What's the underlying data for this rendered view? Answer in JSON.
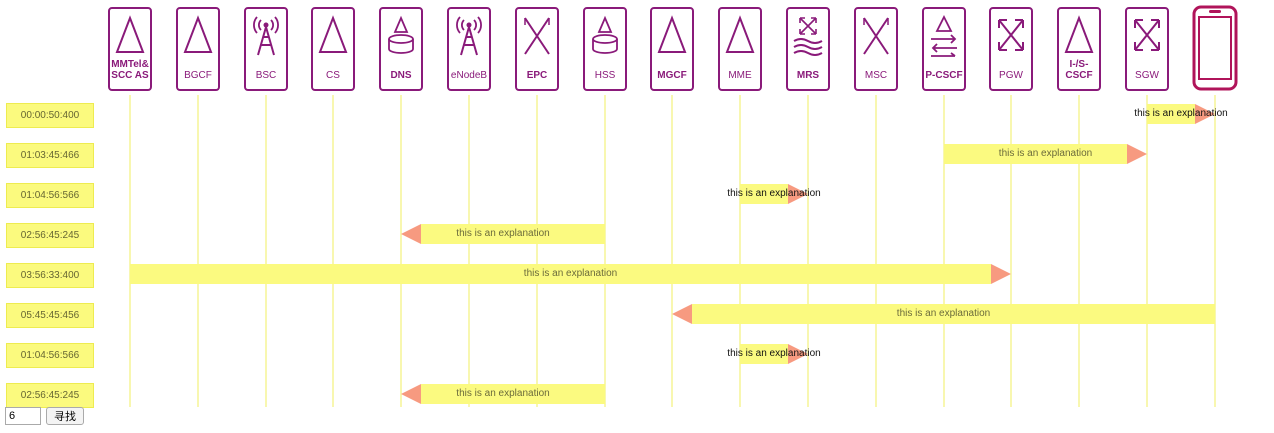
{
  "nodes": [
    {
      "id": "mmtel",
      "label": "MMTel&\nSCC AS",
      "icon": "triangle-icon",
      "bold": true
    },
    {
      "id": "bgcf",
      "label": "BGCF",
      "icon": "triangle-icon",
      "bold": false
    },
    {
      "id": "bsc",
      "label": "BSC",
      "icon": "antenna-icon",
      "bold": false
    },
    {
      "id": "cs",
      "label": "CS",
      "icon": "triangle-icon",
      "bold": false
    },
    {
      "id": "dns",
      "label": "DNS",
      "icon": "database-icon",
      "bold": true
    },
    {
      "id": "enodeb",
      "label": "eNodeB",
      "icon": "antenna-icon",
      "bold": false
    },
    {
      "id": "epc",
      "label": "EPC",
      "icon": "cross-icon",
      "bold": true
    },
    {
      "id": "hss",
      "label": "HSS",
      "icon": "database-icon",
      "bold": false
    },
    {
      "id": "mgcf",
      "label": "MGCF",
      "icon": "triangle-icon",
      "bold": true
    },
    {
      "id": "mme",
      "label": "MME",
      "icon": "triangle-icon",
      "bold": false
    },
    {
      "id": "mrs",
      "label": "MRS",
      "icon": "expand-waves-icon",
      "bold": true
    },
    {
      "id": "msc",
      "label": "MSC",
      "icon": "cross-icon",
      "bold": false
    },
    {
      "id": "pcscf",
      "label": "P-CSCF",
      "icon": "triangle-exchange-icon",
      "bold": true
    },
    {
      "id": "pgw",
      "label": "PGW",
      "icon": "expand-icon",
      "bold": false
    },
    {
      "id": "iscscf",
      "label": "I-/S-\nCSCF",
      "icon": "triangle-icon",
      "bold": true
    },
    {
      "id": "sgw",
      "label": "SGW",
      "icon": "expand-icon",
      "bold": false
    },
    {
      "id": "ue",
      "label": "",
      "icon": "mobile-phone-icon",
      "bold": false
    }
  ],
  "messages": [
    {
      "time": "00:00:50:400",
      "from": 15,
      "to": 16,
      "text": "this is an explanation"
    },
    {
      "time": "01:03:45:466",
      "from": 12,
      "to": 15,
      "text": "this is an explanation"
    },
    {
      "time": "01:04:56:566",
      "from": 9,
      "to": 10,
      "text": "this is an explanation"
    },
    {
      "time": "02:56:45:245",
      "from": 7,
      "to": 4,
      "text": "this is an explanation"
    },
    {
      "time": "03:56:33:400",
      "from": 0,
      "to": 13,
      "text": "this is an explanation"
    },
    {
      "time": "05:45:45:456",
      "from": 16,
      "to": 8,
      "text": "this is an explanation"
    },
    {
      "time": "01:04:56:566",
      "from": 9,
      "to": 10,
      "text": "this is an explanation"
    },
    {
      "time": "02:56:45:245",
      "from": 7,
      "to": 4,
      "text": "this is an explanation"
    }
  ],
  "search": {
    "value": "6",
    "button_label": "寻找"
  },
  "colors": {
    "node_border": "#8a1a7a",
    "bar": "#fbfa80",
    "arrow": "#f79a80",
    "lifeline": "#f8f7b0"
  }
}
